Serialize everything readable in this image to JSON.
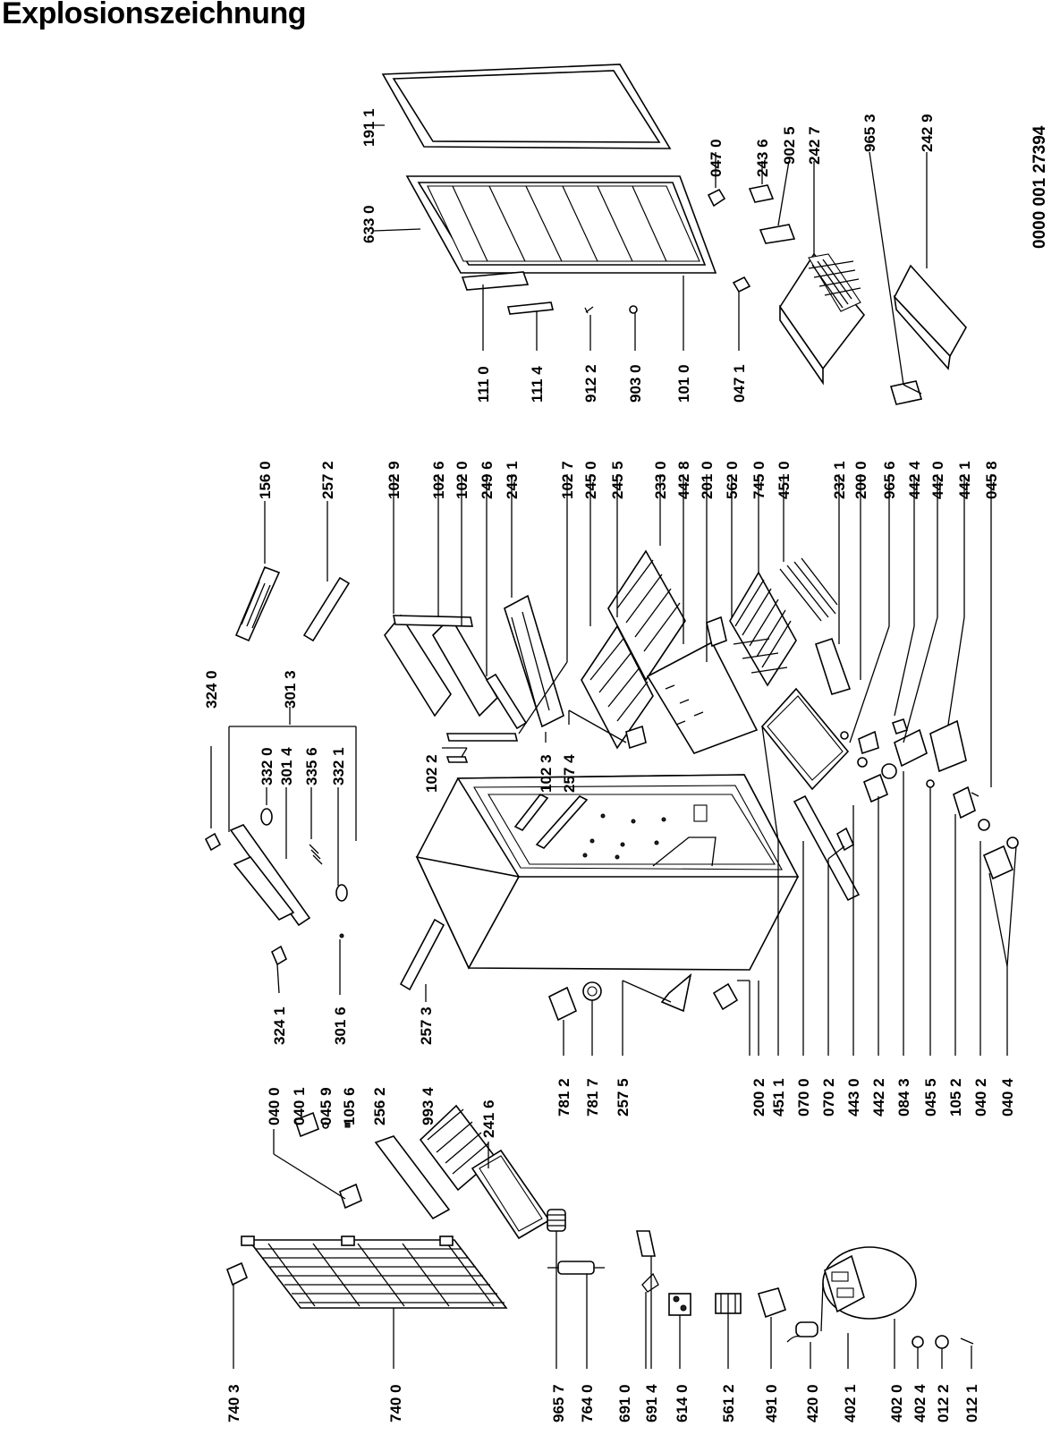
{
  "title": "Explosionszeichnung",
  "document_number": "0000 001 27394",
  "labels": [
    {
      "id": "c7403",
      "text": "740 3"
    },
    {
      "id": "c7400",
      "text": "740 0"
    },
    {
      "id": "c9657",
      "text": "965 7"
    },
    {
      "id": "c7640",
      "text": "764 0"
    },
    {
      "id": "c6910",
      "text": "691 0"
    },
    {
      "id": "c6914",
      "text": "691 4"
    },
    {
      "id": "c6140",
      "text": "614 0"
    },
    {
      "id": "c5612",
      "text": "561 2"
    },
    {
      "id": "c4910",
      "text": "491 0"
    },
    {
      "id": "c4200",
      "text": "420 0"
    },
    {
      "id": "c4021",
      "text": "402 1"
    },
    {
      "id": "c4020",
      "text": "402 0"
    },
    {
      "id": "c4024",
      "text": "402 4"
    },
    {
      "id": "c0122",
      "text": "012 2"
    },
    {
      "id": "c0121",
      "text": "012 1"
    },
    {
      "id": "c0400",
      "text": "040 0"
    },
    {
      "id": "c0401",
      "text": "040 1"
    },
    {
      "id": "c0459",
      "text": "045 9"
    },
    {
      "id": "c1056",
      "text": "105 6"
    },
    {
      "id": "c2562",
      "text": "256 2"
    },
    {
      "id": "c9934",
      "text": "993 4"
    },
    {
      "id": "c2416",
      "text": "241 6"
    },
    {
      "id": "c7812",
      "text": "781 2"
    },
    {
      "id": "c7817",
      "text": "781 7"
    },
    {
      "id": "c2575",
      "text": "257 5"
    },
    {
      "id": "c2002",
      "text": "200 2"
    },
    {
      "id": "c4511",
      "text": "451 1"
    },
    {
      "id": "c0700",
      "text": "070 0"
    },
    {
      "id": "c0702",
      "text": "070 2"
    },
    {
      "id": "c4430",
      "text": "443 0"
    },
    {
      "id": "c4422",
      "text": "442 2"
    },
    {
      "id": "c0843",
      "text": "084 3"
    },
    {
      "id": "c0455",
      "text": "045 5"
    },
    {
      "id": "c1052",
      "text": "105 2"
    },
    {
      "id": "c0402",
      "text": "040 2"
    },
    {
      "id": "c0404",
      "text": "040 4"
    },
    {
      "id": "c3241",
      "text": "324 1"
    },
    {
      "id": "c3016",
      "text": "301 6"
    },
    {
      "id": "c2573",
      "text": "257 3"
    },
    {
      "id": "c3240",
      "text": "324 0"
    },
    {
      "id": "c3013",
      "text": "301 3"
    },
    {
      "id": "c3320",
      "text": "332 0"
    },
    {
      "id": "c3014",
      "text": "301 4"
    },
    {
      "id": "c3356",
      "text": "335 6"
    },
    {
      "id": "c3321",
      "text": "332 1"
    },
    {
      "id": "c1560",
      "text": "156 0"
    },
    {
      "id": "c2572",
      "text": "257 2"
    },
    {
      "id": "c1022",
      "text": "102 2"
    },
    {
      "id": "c1029",
      "text": "102 9"
    },
    {
      "id": "c1026",
      "text": "102 6"
    },
    {
      "id": "c1020",
      "text": "102 0"
    },
    {
      "id": "c2496",
      "text": "249 6"
    },
    {
      "id": "c2431",
      "text": "243 1"
    },
    {
      "id": "c1027",
      "text": "102 7"
    },
    {
      "id": "c1023",
      "text": "102 3"
    },
    {
      "id": "c2574",
      "text": "257 4"
    },
    {
      "id": "c2450",
      "text": "245 0"
    },
    {
      "id": "c2455",
      "text": "245 5"
    },
    {
      "id": "c2330",
      "text": "233 0"
    },
    {
      "id": "c4428",
      "text": "442 8"
    },
    {
      "id": "c2010",
      "text": "201 0"
    },
    {
      "id": "c5620",
      "text": "562 0"
    },
    {
      "id": "c7450",
      "text": "745 0"
    },
    {
      "id": "c4510",
      "text": "451 0"
    },
    {
      "id": "c2321",
      "text": "232 1"
    },
    {
      "id": "c2000",
      "text": "200 0"
    },
    {
      "id": "c9656",
      "text": "965 6"
    },
    {
      "id": "c4424",
      "text": "442 4"
    },
    {
      "id": "c4420",
      "text": "442 0"
    },
    {
      "id": "c4421",
      "text": "442 1"
    },
    {
      "id": "c0458",
      "text": "045 8"
    },
    {
      "id": "c1110",
      "text": "111 0"
    },
    {
      "id": "c1114",
      "text": "111 4"
    },
    {
      "id": "c9122",
      "text": "912 2"
    },
    {
      "id": "c9030",
      "text": "903 0"
    },
    {
      "id": "c1010",
      "text": "101 0"
    },
    {
      "id": "c0471",
      "text": "047 1"
    },
    {
      "id": "c6330",
      "text": "633 0"
    },
    {
      "id": "c1911",
      "text": "191 1"
    },
    {
      "id": "c0470",
      "text": "047 0"
    },
    {
      "id": "c2436",
      "text": "243 6"
    },
    {
      "id": "c9025",
      "text": "902 5"
    },
    {
      "id": "c2427",
      "text": "242 7"
    },
    {
      "id": "c9653",
      "text": "965 3"
    },
    {
      "id": "c2429",
      "text": "242 9"
    }
  ]
}
